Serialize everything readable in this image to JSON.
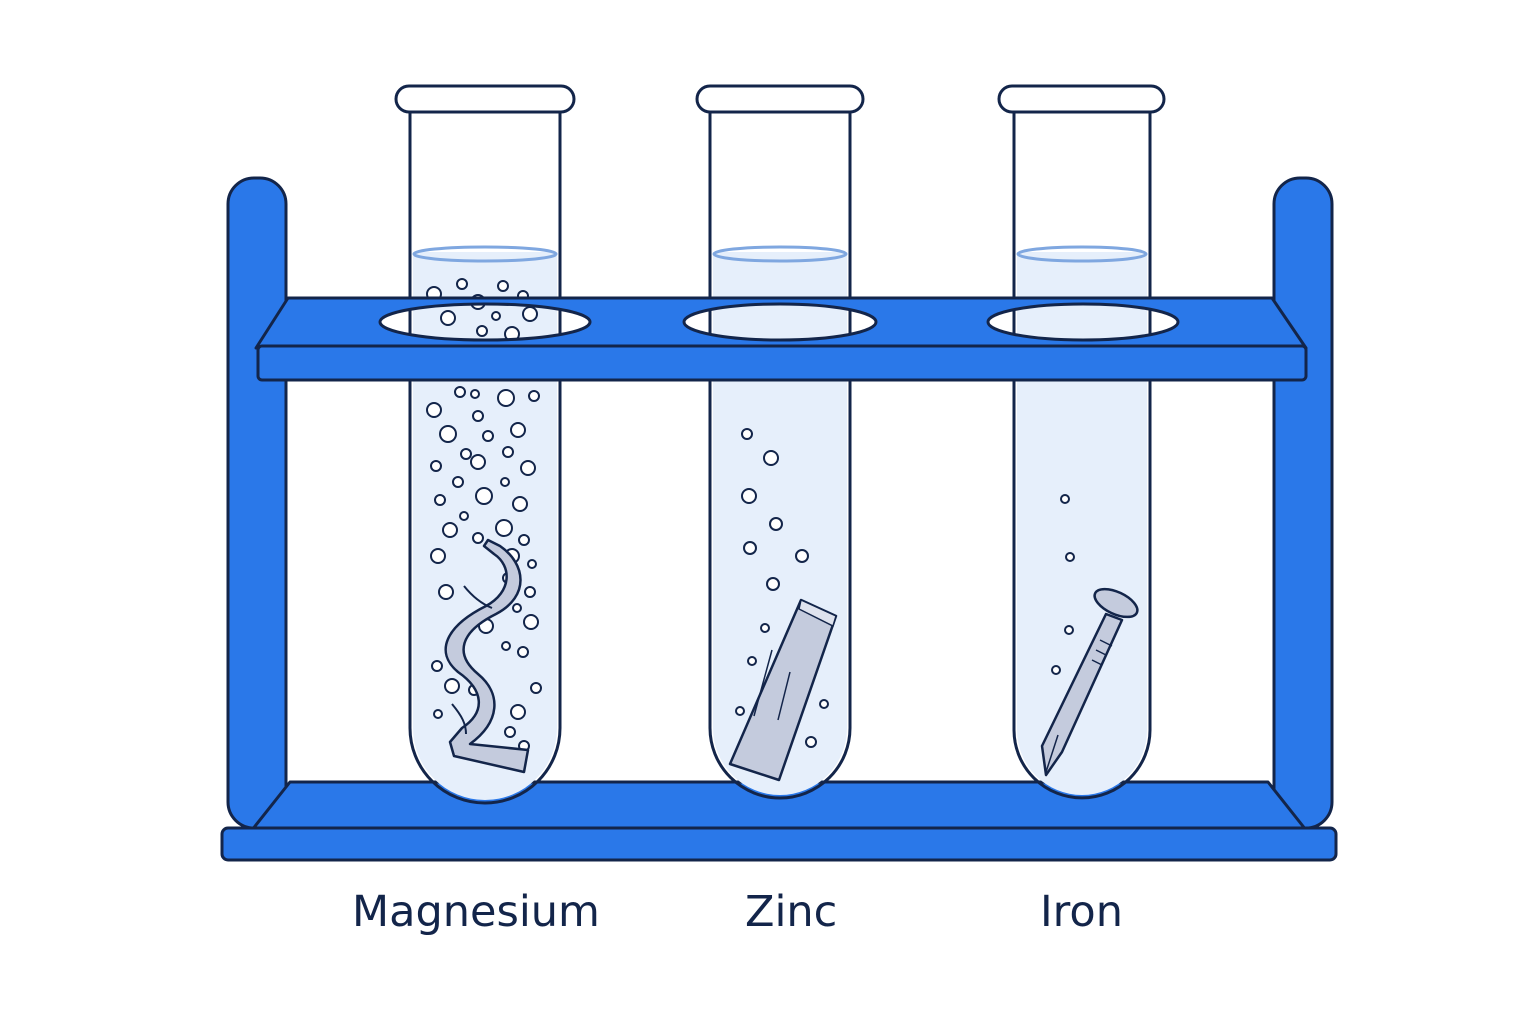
{
  "diagram": {
    "colors": {
      "rack": "#2a78e9",
      "outline": "#13254a",
      "liquid": "#e6effb",
      "liquid_surface": "#7fa7e0",
      "metal": "#c4cbdd",
      "bubble": "#ffffff",
      "background": "#ffffff"
    },
    "tubes": [
      {
        "id": "magnesium",
        "label": "Magnesium",
        "metal_sample": "ribbon",
        "bubbling": "vigorous"
      },
      {
        "id": "zinc",
        "label": "Zinc",
        "metal_sample": "strip",
        "bubbling": "moderate"
      },
      {
        "id": "iron",
        "label": "Iron",
        "metal_sample": "nail",
        "bubbling": "slow"
      }
    ]
  }
}
